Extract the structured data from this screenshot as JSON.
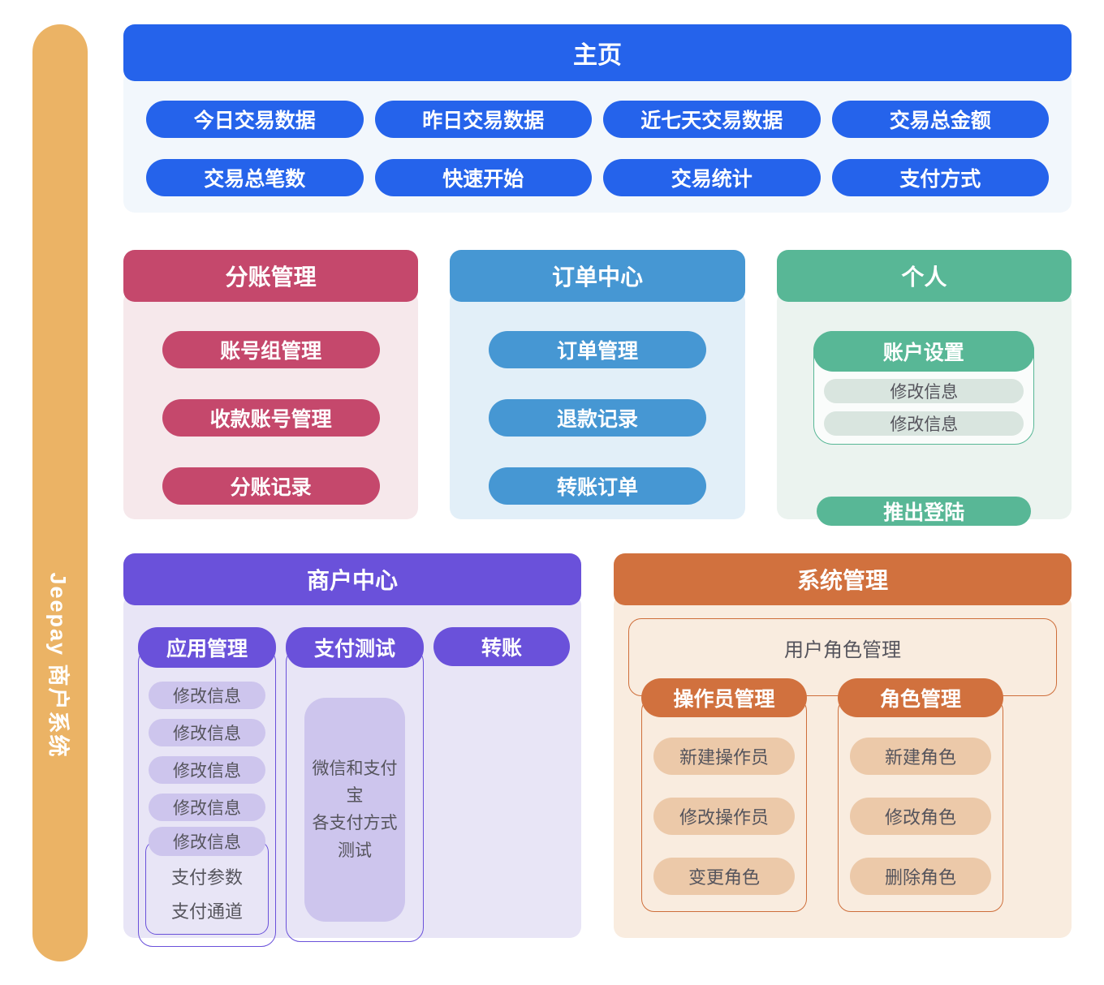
{
  "colors": {
    "sidebar": "#EBB365",
    "home_accent": "#2563EB",
    "home_bg": "#F2F7FC",
    "ledger_accent": "#C5486C",
    "ledger_bg": "#F6E8EB",
    "orders_accent": "#4697D3",
    "orders_bg": "#E2EFF8",
    "personal_accent": "#58B796",
    "personal_bg": "#EBF3EF",
    "personal_subpill": "#D9E5DF",
    "merchant_accent": "#6A51DA",
    "merchant_bg": "#E8E5F6",
    "merchant_subpill": "#CDC5ED",
    "system_accent": "#D1713E",
    "system_bg": "#F9ECDF",
    "system_subpill": "#ECC9A9",
    "muted_text": "#55545C"
  },
  "sidebar": {
    "label": "Jeepay 商户系统"
  },
  "home": {
    "title": "主页",
    "pills": [
      "今日交易数据",
      "昨日交易数据",
      "近七天交易数据",
      "交易总金额",
      "交易总笔数",
      "快速开始",
      "交易统计",
      "支付方式"
    ]
  },
  "ledger": {
    "title": "分账管理",
    "items": [
      "账号组管理",
      "收款账号管理",
      "分账记录"
    ]
  },
  "orders": {
    "title": "订单中心",
    "items": [
      "订单管理",
      "退款记录",
      "转账订单"
    ]
  },
  "personal": {
    "title": "个人",
    "account_settings": {
      "title": "账户设置",
      "items": [
        "修改信息",
        "修改信息"
      ]
    },
    "logout": "推出登陆"
  },
  "merchant": {
    "title": "商户中心",
    "app_mgmt": {
      "title": "应用管理",
      "items": [
        "修改信息",
        "修改信息",
        "修改信息",
        "修改信息"
      ],
      "nested": {
        "title": "修改信息",
        "items": [
          "支付参数",
          "支付通道"
        ]
      }
    },
    "pay_test": {
      "title": "支付测试",
      "note": "微信和支付宝\n各支付方式\n测试"
    },
    "transfer": "转账"
  },
  "system": {
    "title": "系统管理",
    "user_role": "用户角色管理",
    "operator": {
      "title": "操作员管理",
      "items": [
        "新建操作员",
        "修改操作员",
        "变更角色"
      ]
    },
    "role": {
      "title": "角色管理",
      "items": [
        "新建角色",
        "修改角色",
        "删除角色"
      ]
    }
  }
}
